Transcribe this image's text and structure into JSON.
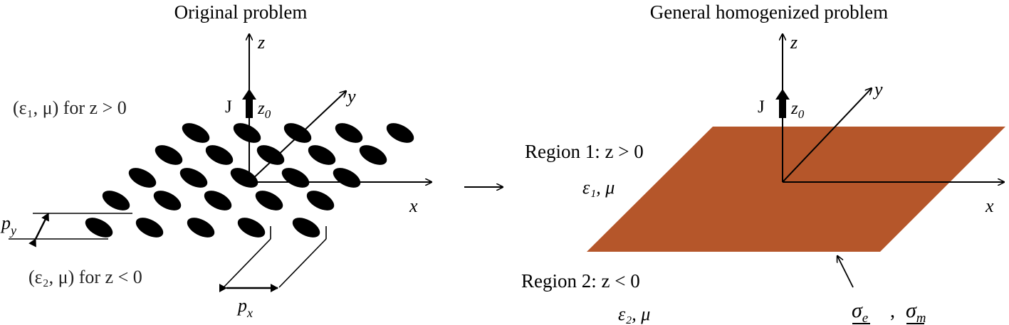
{
  "left": {
    "title": "Original problem",
    "axis_z": "z",
    "axis_y": "y",
    "axis_x": "x",
    "source_J": "J",
    "source_z0": "z",
    "source_z0_sub": "0",
    "region1": "(ε₁, μ)  for  z > 0",
    "region2": "(ε₂, μ)  for  z < 0",
    "period_y": "p",
    "period_y_sub": "y",
    "period_x": "p",
    "period_x_sub": "x"
  },
  "right": {
    "title": "General  homogenized problem",
    "axis_z": "z",
    "axis_y": "y",
    "axis_x": "x",
    "source_J": "J",
    "source_z0": "z",
    "source_z0_sub": "0",
    "region1_label": "Region 1: z > 0",
    "region1_params": "ε₁, μ",
    "region2_label": "Region 2: z < 0",
    "region2_params": "ε₂, μ",
    "sigma_e": "σ",
    "sigma_e_sub": "e",
    "sigma_m": "σ",
    "sigma_m_sub": "m",
    "sheet_color": "#b5562a"
  },
  "colors": {
    "ink": "#000000",
    "sheet": "#b5562a"
  }
}
